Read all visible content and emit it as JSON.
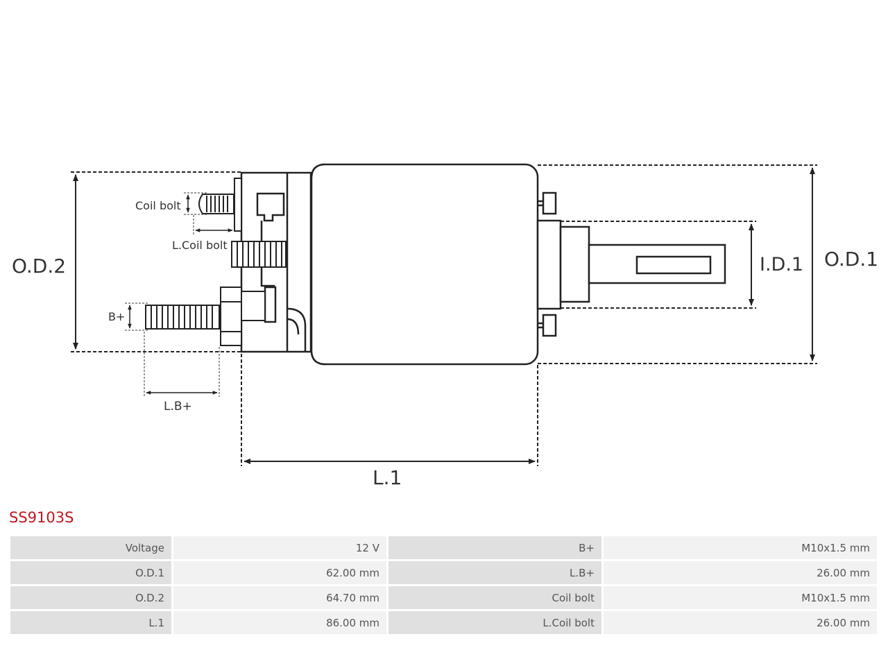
{
  "diagram": {
    "labels": {
      "coil_bolt": "Coil bolt",
      "l_coil_bolt": "L.Coil bolt",
      "od2": "O.D.2",
      "b_plus": "B+",
      "l_b_plus": "L.B+",
      "l1": "L.1",
      "id1": "I.D.1",
      "od1": "O.D.1"
    }
  },
  "part_number": "SS9103S",
  "specs": [
    {
      "label": "Voltage",
      "value": "12 V",
      "label2": "B+",
      "value2": "M10x1.5 mm"
    },
    {
      "label": "O.D.1",
      "value": "62.00 mm",
      "label2": "L.B+",
      "value2": "26.00 mm"
    },
    {
      "label": "O.D.2",
      "value": "64.70 mm",
      "label2": "Coil bolt",
      "value2": "M10x1.5 mm"
    },
    {
      "label": "L.1",
      "value": "86.00 mm",
      "label2": "L.Coil bolt",
      "value2": "26.00 mm"
    }
  ]
}
